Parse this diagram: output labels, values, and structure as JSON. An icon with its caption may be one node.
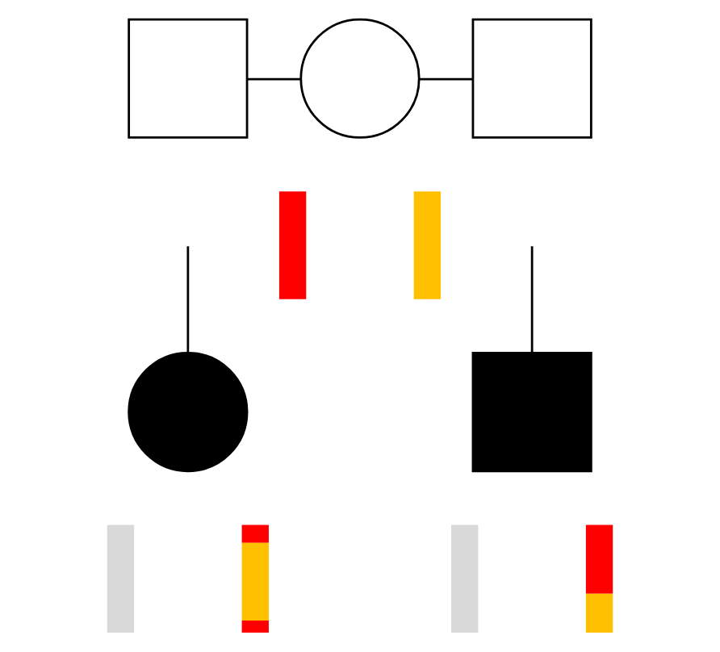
{
  "diagram": {
    "nodes": [
      {
        "text": [],
        "shape": "box"
      },
      {
        "text": [],
        "shape": "circle"
      },
      {
        "text": [],
        "shape": "box"
      },
      {
        "text": [],
        "shape": "circle"
      },
      {
        "text": [],
        "shape": "box"
      },
      {
        "text": [],
        "shape": "bar"
      },
      {
        "text": [],
        "shape": "bar"
      },
      {
        "text": [],
        "shape": "bar"
      },
      {
        "text": [],
        "shape": "bar"
      },
      {
        "text": [],
        "shape": "bar"
      },
      {
        "text": [],
        "shape": "bar"
      }
    ],
    "edges": [
      {
        "from": 0,
        "to": 1,
        "arrow": "none"
      },
      {
        "from": 1,
        "to": 2,
        "arrow": "none"
      },
      {
        "from": null,
        "to": 3,
        "arrow": "none"
      },
      {
        "from": null,
        "to": 4,
        "arrow": "none"
      }
    ]
  }
}
